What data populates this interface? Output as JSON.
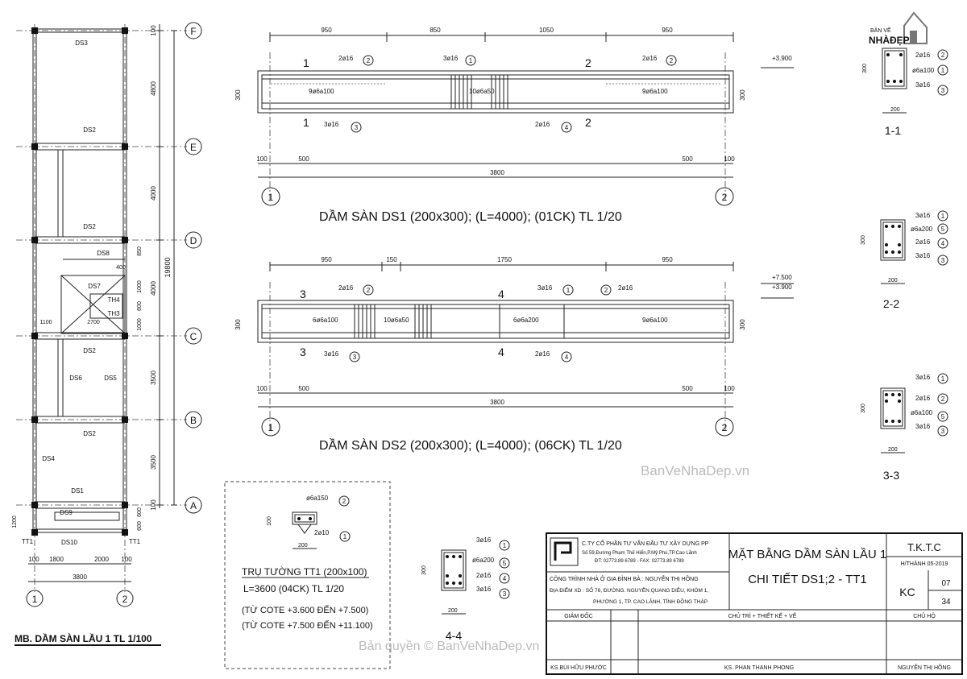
{
  "plan": {
    "axes_rows": [
      "F",
      "E",
      "D",
      "C",
      "B",
      "A"
    ],
    "axes_cols": [
      "1",
      "2"
    ],
    "row_dims": [
      "100",
      "4800",
      "4000",
      "4000",
      "3500",
      "3500",
      "100"
    ],
    "total_dim": "19800",
    "beams": [
      "DS3",
      "DS2",
      "DS2",
      "DS8",
      "DS7",
      "DS2",
      "DS6",
      "DS5",
      "DS2",
      "DS4",
      "DS1",
      "DS9",
      "DS10"
    ],
    "labels": [
      "TH4",
      "TH3",
      "1100",
      "2700",
      "400",
      "850",
      "1000",
      "600",
      "1000",
      "600",
      "600",
      "1200",
      "TT1",
      "TT1"
    ],
    "bottom_dims": [
      "100",
      "1800",
      "2000",
      "100"
    ],
    "bottom_total": "3800",
    "title": "MB. DẦM SÀN LẦU 1 TL 1/100"
  },
  "ds1": {
    "top_dims": [
      "950",
      "850",
      "1050",
      "950"
    ],
    "level": "+3.900",
    "sections": [
      "1",
      "1",
      "2",
      "2"
    ],
    "bars": [
      "2ø16",
      "3ø16",
      "2ø16",
      "3ø16",
      "2ø16"
    ],
    "bar_nums": [
      "2",
      "1",
      "2",
      "3",
      "4"
    ],
    "stirrups": [
      "9ø6a100",
      "10ø6a50",
      "9ø6a100"
    ],
    "h": "300",
    "bot_dims": [
      "100",
      "500",
      "500",
      "100"
    ],
    "bot_total": "3800",
    "axis_left": "1",
    "axis_right": "2",
    "title": "DẦM SÀN DS1 (200x300); (L=4000); (01CK) TL 1/20"
  },
  "ds2": {
    "top_dims": [
      "950",
      "150",
      "1750",
      "950"
    ],
    "levels": [
      "+7.500",
      "+3.900"
    ],
    "sections": [
      "3",
      "3",
      "4",
      "4"
    ],
    "bars": [
      "2ø16",
      "3ø16",
      "2ø16",
      "3ø16",
      "2ø16"
    ],
    "bar_nums": [
      "2",
      "1",
      "2",
      "3",
      "4"
    ],
    "stirrups": [
      "6ø6a100",
      "10ø6a50",
      "6ø6a200",
      "9ø6a100"
    ],
    "h": "300",
    "bot_dims": [
      "100",
      "500",
      "500",
      "100"
    ],
    "bot_total": "3800",
    "axis_left": "1",
    "axis_right": "2",
    "title": "DẦM SÀN DS2 (200x300); (L=4000); (06CK) TL 1/20"
  },
  "sec11": {
    "labels": [
      "2ø16",
      "ø6a100",
      "3ø16"
    ],
    "nums": [
      "2",
      "1",
      "3"
    ],
    "h": "300",
    "w": "200",
    "title": "1-1"
  },
  "sec22": {
    "labels": [
      "3ø16",
      "ø6a200",
      "2ø16",
      "3ø16"
    ],
    "nums": [
      "1",
      "5",
      "4",
      "3"
    ],
    "h": "300",
    "w": "200",
    "title": "2-2"
  },
  "sec33": {
    "labels": [
      "3ø16",
      "2ø16",
      "ø6a100",
      "3ø16"
    ],
    "nums": [
      "1",
      "2",
      "5",
      "3"
    ],
    "h": "300",
    "w": "200",
    "title": "3-3"
  },
  "sec44": {
    "labels": [
      "3ø16",
      "ø6a200",
      "2ø16",
      "3ø16"
    ],
    "nums": [
      "1",
      "5",
      "4",
      "3"
    ],
    "h": "300",
    "w": "200",
    "title": "4-4"
  },
  "tt1": {
    "stirrup": "ø6a150",
    "bar": "2ø10",
    "h": "100",
    "w": "200",
    "title1": "TRỤ TƯỜNG TT1 (200x100)",
    "title2": "L=3600 (04CK) TL 1/20",
    "note1": "(TỪ COTE +3.600 ĐẾN +7.500)",
    "note2": "(TỪ COTE +7.500 ĐẾN +11.100)"
  },
  "logo": {
    "line1": "BẢN VẼ",
    "line2": "NHÀĐẸP"
  },
  "watermark1": "BanVeNhaDep.vn",
  "watermark2": "Bản quyền © BanVeNhaDep.vn",
  "titleblock": {
    "company": "C.TY CỔ PHẦN TƯ VẤN ĐẦU TƯ XÂY DỰNG PP",
    "address": "Số 59,Đường Phạm Thế Hiển,P.Mỹ Phú,TP.Cao Lãnh",
    "phone": "ĐT: 02773.89 6789 - FAX: 02773.89 6789",
    "project": "CÔNG TRÌNH NHÀ Ở GIA ĐÌNH BÀ : NGUYỄN THỊ HỒNG",
    "location1": "ĐỊA ĐIỂM XD : SỐ 76, ĐƯỜNG. NGUYỄN QUANG DIÊU, KHÓM 1,",
    "location2": "PHƯỜNG 1, TP. CAO LÃNH, TỈNH ĐỒNG THÁP",
    "sheet_title1": "MẶT BẰNG DẦM SÀN LẦU 1",
    "sheet_title2": "CHI TIẾT DS1;2 - TT1",
    "stage": "T.K.T.C",
    "date": "H/THÀNH 05-2019",
    "code": "KC",
    "sheet_no": "07",
    "sheet_total": "34",
    "role1": "GIÁM ĐỐC",
    "role2": "CHỦ TRÌ + THIẾT KẾ + VẼ",
    "role3": "CHỦ HỘ",
    "name1": "KS.BÙI HỮU PHƯỚC",
    "name2": "KS. PHAN THANH PHONG",
    "name3": "NGUYỄN THỊ HỒNG"
  }
}
